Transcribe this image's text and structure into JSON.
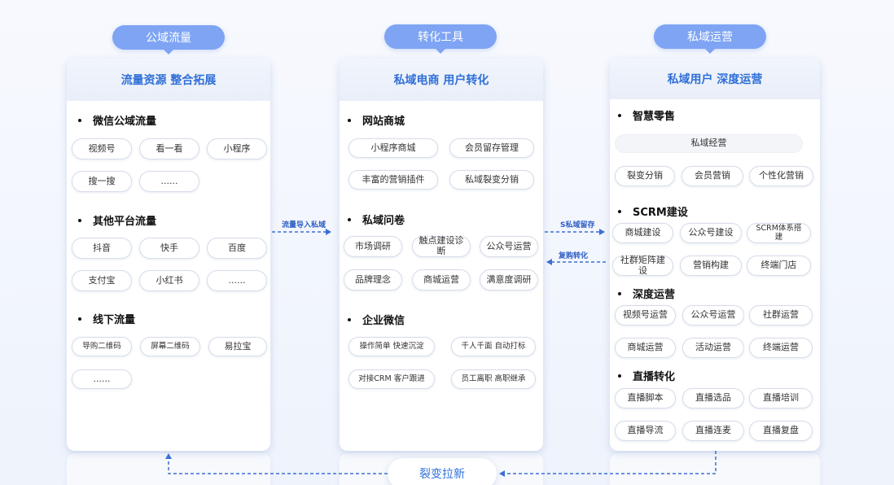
{
  "tags": [
    "公域流量",
    "转化工具",
    "私域运营"
  ],
  "columns": [
    {
      "title": "流量资源 整合拓展",
      "sections": [
        {
          "title": "微信公域流量",
          "chips": [
            "视频号",
            "看一看",
            "小程序",
            "搜一搜",
            "......"
          ]
        },
        {
          "title": "其他平台流量",
          "chips": [
            "抖音",
            "快手",
            "百度",
            "支付宝",
            "小红书",
            "......"
          ]
        },
        {
          "title": "线下流量",
          "chips": [
            "导购二维码",
            "屏幕二维码",
            "易拉宝",
            "......"
          ]
        }
      ]
    },
    {
      "title": "私域电商 用户转化",
      "sections": [
        {
          "title": "网站商城",
          "chips": [
            "小程序商城",
            "会员留存管理",
            "丰富的营销插件",
            "私域裂变分销"
          ]
        },
        {
          "title": "私域问卷",
          "chips": [
            "市场调研",
            "触点建设诊断",
            "公众号运营",
            "品牌理念",
            "商城运营",
            "满意度调研"
          ]
        },
        {
          "title": "企业微信",
          "chips": [
            "操作简单 快速沉淀",
            "千人千面 自动打标",
            "对接CRM 客户跟进",
            "员工离职 高职继承"
          ]
        }
      ]
    },
    {
      "title": "私域用户 深度运营",
      "sections": [
        {
          "title": "智慧零售",
          "chips": [
            "私域经营",
            "裂变分销",
            "会员营销",
            "个性化营销"
          ]
        },
        {
          "title": "SCRM建设",
          "chips": [
            "商城建设",
            "公众号建设",
            "SCRM体系搭建",
            "社群矩阵建设",
            "营销构建",
            "终端门店"
          ]
        },
        {
          "title": "深度运营",
          "chips": [
            "视频号运营",
            "公众号运营",
            "社群运营",
            "商城运营",
            "活动运营",
            "终端运营"
          ]
        },
        {
          "title": "直播转化",
          "chips": [
            "直播脚本",
            "直播选品",
            "直播培训",
            "直播导流",
            "直播连麦",
            "直播复盘"
          ]
        }
      ]
    }
  ],
  "flows": {
    "a_to_b": "流量导入私域",
    "b_to_c": "S私域留存",
    "c_to_b": "复购转化",
    "bottom": "裂变拉新"
  },
  "colors": {
    "accent": "#7ea4f3",
    "title_blue": "#2f6fd8",
    "arrow": "#3b6fd4"
  }
}
